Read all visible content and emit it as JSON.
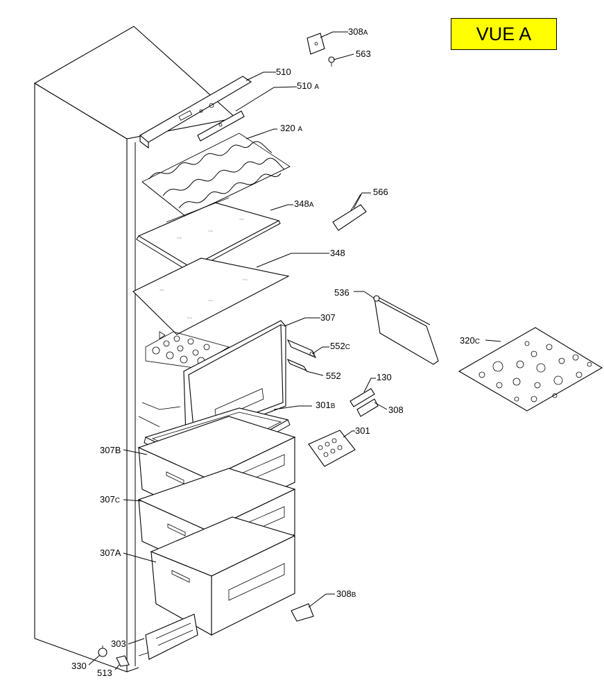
{
  "view_title": "VUE A",
  "parts": [
    {
      "id": "p308A",
      "num": "308",
      "suffix": "A"
    },
    {
      "id": "p563",
      "num": "563",
      "suffix": ""
    },
    {
      "id": "p510",
      "num": "510",
      "suffix": ""
    },
    {
      "id": "p510A",
      "num": "510",
      "suffix": "A"
    },
    {
      "id": "p320A",
      "num": "320",
      "suffix": "A"
    },
    {
      "id": "p566",
      "num": "566",
      "suffix": ""
    },
    {
      "id": "p348A",
      "num": "348",
      "suffix": "A"
    },
    {
      "id": "p348",
      "num": "348",
      "suffix": ""
    },
    {
      "id": "p536",
      "num": "536",
      "suffix": ""
    },
    {
      "id": "p307",
      "num": "307",
      "suffix": ""
    },
    {
      "id": "p320C",
      "num": "320",
      "suffix": "C"
    },
    {
      "id": "p552C",
      "num": "552",
      "suffix": "C"
    },
    {
      "id": "p552",
      "num": "552",
      "suffix": ""
    },
    {
      "id": "p130",
      "num": "130",
      "suffix": ""
    },
    {
      "id": "p301B",
      "num": "301",
      "suffix": "B"
    },
    {
      "id": "p308",
      "num": "308",
      "suffix": ""
    },
    {
      "id": "p301",
      "num": "301",
      "suffix": ""
    },
    {
      "id": "p307B",
      "num": "307",
      "suffix": "B"
    },
    {
      "id": "p307C",
      "num": "307",
      "suffix": "C"
    },
    {
      "id": "p307A",
      "num": "307",
      "suffix": "A"
    },
    {
      "id": "p308B",
      "num": "308",
      "suffix": "B"
    },
    {
      "id": "p303",
      "num": "303",
      "suffix": ""
    },
    {
      "id": "p330",
      "num": "330",
      "suffix": ""
    },
    {
      "id": "p513",
      "num": "513",
      "suffix": ""
    }
  ]
}
